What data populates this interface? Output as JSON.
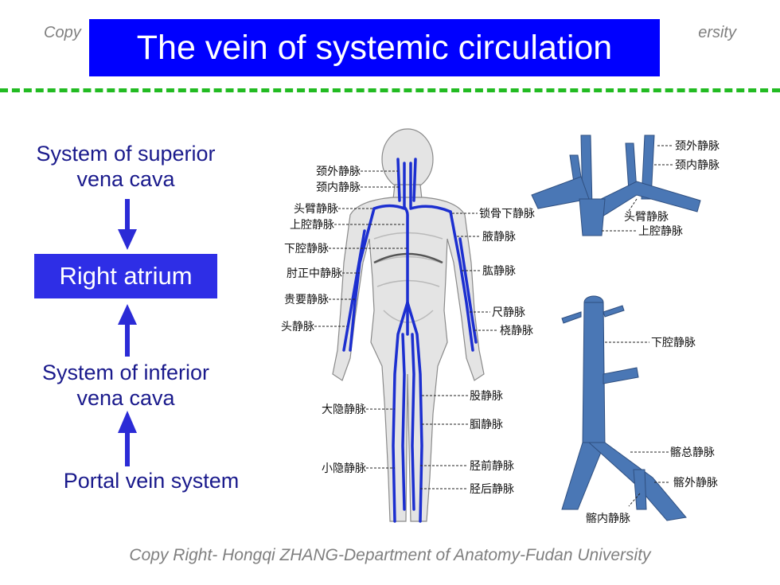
{
  "watermark_top": {
    "left": "Copy",
    "right": "ersity"
  },
  "title": "The vein of systemic circulation",
  "flow": {
    "superior": [
      "System of superior",
      "vena cava"
    ],
    "atrium": "Right atrium",
    "inferior": [
      "System of inferior",
      "vena cava"
    ],
    "portal": "Portal vein system"
  },
  "body_labels": {
    "left": [
      "颈外静脉",
      "颈内静脉",
      "头臂静脉",
      "上腔静脉",
      "下腔静脉",
      "肘正中静脉",
      "贵要静脉",
      "头静脉",
      "大隐静脉",
      "小隐静脉"
    ],
    "right": [
      "锁骨下静脉",
      "腋静脉",
      "肱静脉",
      "尺静脉",
      "桡静脉",
      "股静脉",
      "腘静脉",
      "胫前静脉",
      "胫后静脉"
    ]
  },
  "upper_inset_labels": [
    "颈外静脉",
    "颈内静脉",
    "头臂静脉",
    "上腔静脉"
  ],
  "lower_inset_labels": [
    "下腔静脉",
    "髂总静脉",
    "髂外静脉",
    "髂内静脉"
  ],
  "footer": "Copy Right- Hongqi ZHANG-Department of Anatomy-Fudan University",
  "colors": {
    "title_bg": "#0000ff",
    "atrium_bg": "#2e2ee6",
    "arrow": "#2b2bd6",
    "divider": "#22bb22",
    "vein": "#1c2fd0",
    "vessel": "#4a77b5"
  }
}
